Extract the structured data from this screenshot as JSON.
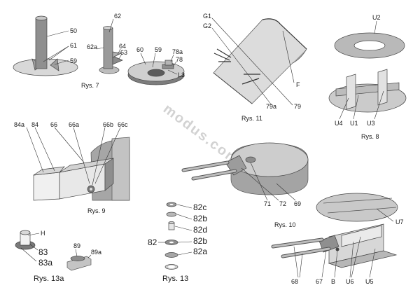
{
  "watermark": "modus.com.pl",
  "figures": [
    {
      "id": "rys7",
      "caption": "Rys. 7",
      "labels": [
        "50",
        "61",
        "59",
        "62",
        "62a",
        "64",
        "63",
        "60",
        "59",
        "78a",
        "78",
        "L3"
      ]
    },
    {
      "id": "rys11",
      "caption": "Rys. 11",
      "labels": [
        "G1",
        "G2",
        "F",
        "79a",
        "79"
      ]
    },
    {
      "id": "rys8",
      "caption": "Rys. 8",
      "labels": [
        "U2",
        "U4",
        "U1",
        "U3"
      ]
    },
    {
      "id": "rys9",
      "caption": "Rys. 9",
      "labels": [
        "84a",
        "84",
        "66",
        "66a",
        "66b",
        "66c"
      ]
    },
    {
      "id": "rys10",
      "caption": "Rys. 10",
      "labels": [
        "71",
        "72",
        "69",
        "U7",
        "68",
        "67",
        "B",
        "U6",
        "U5"
      ]
    },
    {
      "id": "rys13a",
      "caption": "Rys. 13a",
      "labels": [
        "H",
        "83",
        "83a",
        "89",
        "89a"
      ]
    },
    {
      "id": "rys13",
      "caption": "Rys. 13",
      "labels": [
        "82c",
        "82b",
        "82d",
        "82",
        "82b",
        "82a"
      ]
    }
  ]
}
